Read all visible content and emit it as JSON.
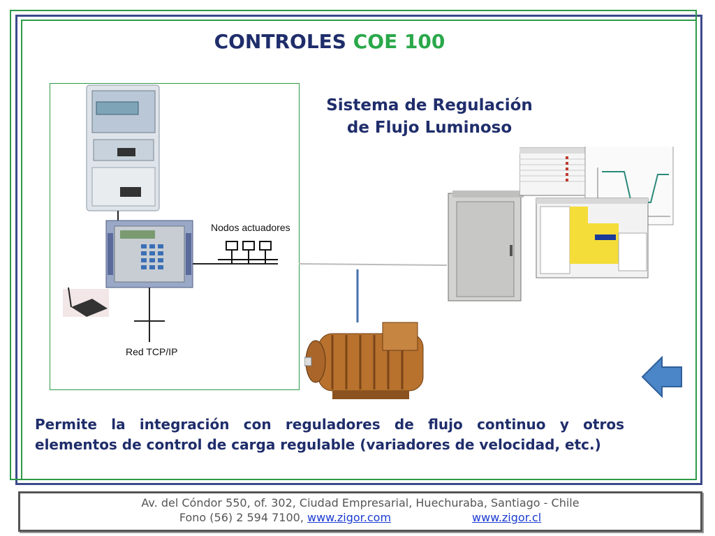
{
  "slide": {
    "title_main": "CONTROLES ",
    "title_accent": "COE 100",
    "subtitle_line1": "Sistema de Regulación",
    "subtitle_line2": "de Flujo Luminoso",
    "description": "Permite la integración con reguladores de flujo continuo y otros elementos de control de carga regulable (variadores de velocidad, etc.)"
  },
  "diagram": {
    "nodes_label": "Nodos actuadores",
    "network_label": "Red TCP/IP"
  },
  "footer": {
    "address": "Av.  del Cóndor 550, of. 302, Ciudad Empresarial, Huechuraba, Santiago - Chile",
    "phone_prefix": "Fono (56) 2 594 7100, ",
    "link1": "www.zigor.com",
    "link2": "www.zigor.cl"
  },
  "colors": {
    "title": "#1f2d6b",
    "accent": "#2aa84a",
    "frame_green": "#2e9a47",
    "frame_blue": "#3c4a8c",
    "arrow": "#4a86c8"
  },
  "icons": {
    "back": "left-arrow-icon"
  }
}
